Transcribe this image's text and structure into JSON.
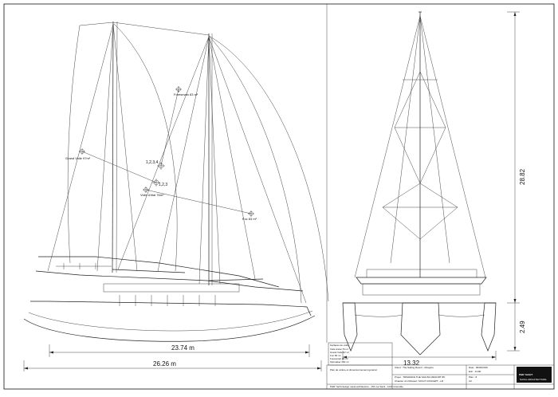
{
  "dimensions": {
    "waterline_length": "23.74 m",
    "overall_length": "26.26 m",
    "beam": "13.32",
    "mast_height": "28.82",
    "draft": "2.49"
  },
  "sail_labels": {
    "fore_main": "Foresmain 83 m²",
    "mainsail": "Grand Voile 97m²",
    "staysail": "Voile d'étai 76m²",
    "jib": "Foc 83 m²",
    "point_a": "1,2,3,4",
    "point_b": "1,2,3"
  },
  "title_block": {
    "areas_heading": "Surfaces de voile :",
    "area_rows": [
      "Voile d'étai  76 m²",
      "Grand Voile  97 m²",
      "Foc  83 m²",
      "Foresmain  83 m²",
      "Spinnaker  260 m²"
    ],
    "note": "Plan de voilure et dimensionnement général",
    "client": "Client : The Sailing Resort - Mougins",
    "project": "Projet : TRIMARAN THE SAILING RESORT 86'",
    "yard": "Chantier du CDiscad, YACHT CONCEPT - LR",
    "date": "Date : 06/03/2016",
    "scale": "Ech : 1/100",
    "plan_no": "Plan : 8",
    "format": "A3",
    "logo_text": "PHR YACHT",
    "logo_sub": "NAVAL ARCHITECTURE",
    "footer": "PHR Yacht design naval architecture - 151 rue Saint - 1043 Grenoble"
  }
}
